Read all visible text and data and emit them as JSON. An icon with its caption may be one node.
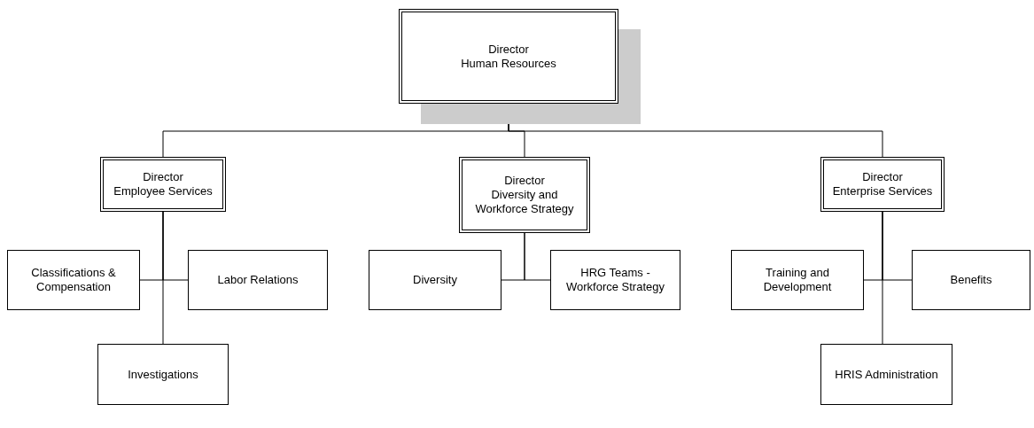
{
  "diagram": {
    "nodes": [
      {
        "text": [
          "Director",
          "Human Resources"
        ]
      },
      {
        "text": [
          "Director",
          "Employee Services"
        ]
      },
      {
        "text": [
          "Director",
          "Diversity and Workforce Strategy"
        ]
      },
      {
        "text": [
          "Director",
          "Enterprise Services"
        ]
      },
      {
        "text": [
          "Classifications & Compensation"
        ]
      },
      {
        "text": [
          "Labor Relations"
        ]
      },
      {
        "text": [
          "Investigations"
        ]
      },
      {
        "text": [
          "Diversity"
        ]
      },
      {
        "text": [
          "HRG Teams - Workforce Strategy"
        ]
      },
      {
        "text": [
          "Training and Development"
        ]
      },
      {
        "text": [
          "Benefits"
        ]
      },
      {
        "text": [
          "HRIS Administration"
        ]
      }
    ],
    "edges": [
      {
        "from": 0,
        "to": 1,
        "arrow": "none"
      },
      {
        "from": 0,
        "to": 2,
        "arrow": "none"
      },
      {
        "from": 0,
        "to": 3,
        "arrow": "none"
      },
      {
        "from": 1,
        "to": 4,
        "arrow": "none"
      },
      {
        "from": 1,
        "to": 5,
        "arrow": "none"
      },
      {
        "from": 1,
        "to": 6,
        "arrow": "none"
      },
      {
        "from": 2,
        "to": 7,
        "arrow": "none"
      },
      {
        "from": 2,
        "to": 8,
        "arrow": "none"
      },
      {
        "from": 3,
        "to": 9,
        "arrow": "none"
      },
      {
        "from": 3,
        "to": 10,
        "arrow": "none"
      },
      {
        "from": 3,
        "to": 11,
        "arrow": "none"
      }
    ]
  }
}
